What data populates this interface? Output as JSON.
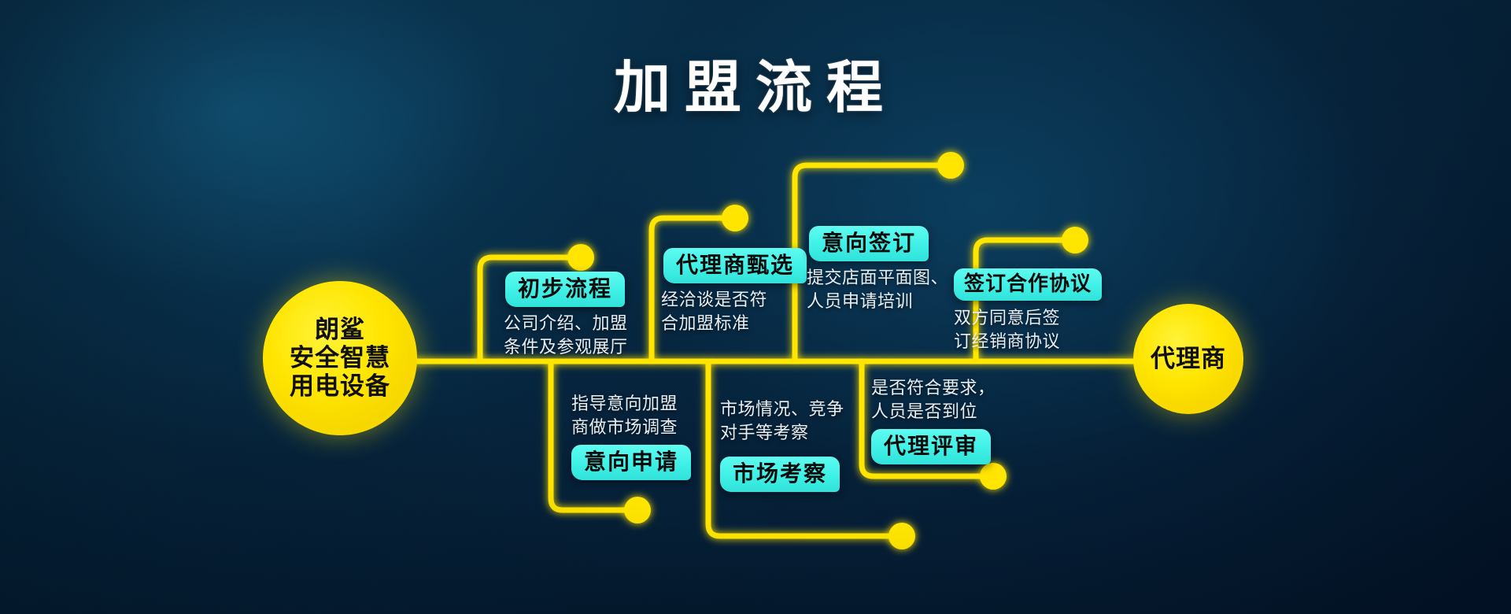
{
  "page": {
    "title": "加盟流程",
    "background_color": "#04192e",
    "accent_yellow": "#ffe500",
    "accent_cyan": "#3ff0e6"
  },
  "start_node": {
    "label": "朗鲨\n安全智慧\n用电设备"
  },
  "end_node": {
    "label": "代理商"
  },
  "steps_top": [
    {
      "chip": "初步流程",
      "desc": "公司介绍、加盟\n条件及参观展厅"
    },
    {
      "chip": "代理商甄选",
      "desc": "经洽谈是否符\n合加盟标准"
    },
    {
      "chip": "意向签订",
      "desc": "提交店面平面图、\n人员申请培训"
    },
    {
      "chip": "签订合作协议",
      "desc": "双方同意后签\n订经销商协议"
    }
  ],
  "steps_bottom": [
    {
      "chip": "意向申请",
      "desc": "指导意向加盟\n商做市场调查"
    },
    {
      "chip": "市场考察",
      "desc": "市场情况、竞争\n对手等考察"
    },
    {
      "chip": "代理评审",
      "desc": "是否符合要求，\n人员是否到位"
    }
  ]
}
